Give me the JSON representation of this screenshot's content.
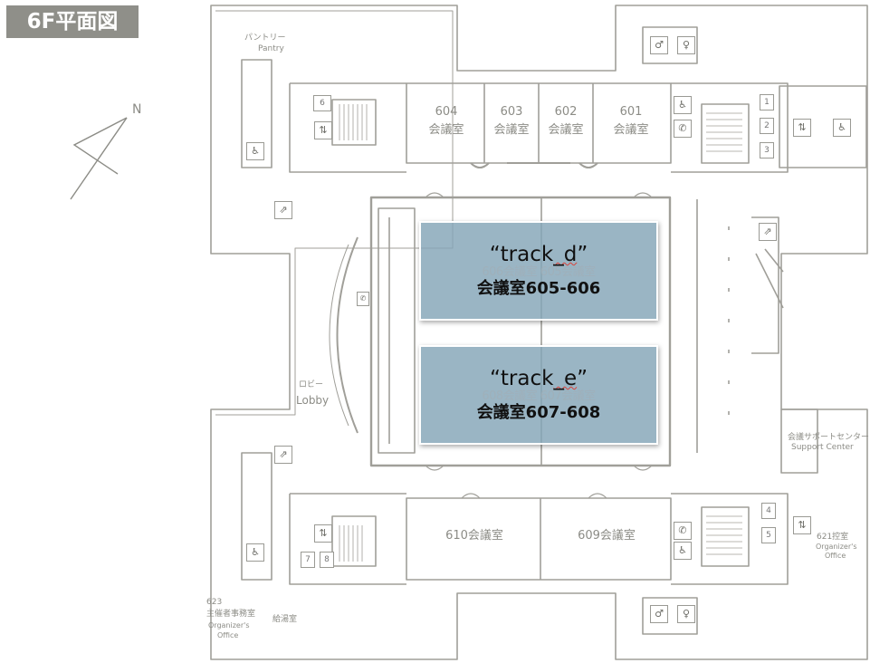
{
  "floor_title": "6F平面図",
  "compass": "N",
  "pantry": {
    "ja": "パントリー",
    "en": "Pantry"
  },
  "lobby": {
    "ja": "ロビー",
    "en": "Lobby"
  },
  "rooms_top": [
    {
      "number": "604",
      "label": "会議室"
    },
    {
      "number": "603",
      "label": "会議室"
    },
    {
      "number": "602",
      "label": "会議室"
    },
    {
      "number": "601",
      "label": "会議室"
    }
  ],
  "rooms_bottom": [
    {
      "label": "610会議室"
    },
    {
      "label": "609会議室"
    }
  ],
  "tracks": [
    {
      "name_open": "“track",
      "name_ul": "_d",
      "name_close": "”",
      "room": "会議室605-606",
      "faded": "606会議室 605会議室"
    },
    {
      "name_open": "“track",
      "name_ul": "_e",
      "name_close": "”",
      "room": "会議室607-608",
      "faded": "608会議室 607会議室"
    }
  ],
  "support": {
    "ja": "会議サポートセンター",
    "en": "Support Center"
  },
  "office_621": {
    "ja": "621控室",
    "en1": "Organizer's",
    "en2": "Office"
  },
  "office_623": {
    "num": "623",
    "ja": "主催者事務室",
    "en1": "Organizer's",
    "en2": "Office",
    "kyuto": "給湯室"
  },
  "elevators": {
    "e1": "1",
    "e2": "2",
    "e3": "3",
    "e4": "4",
    "e5": "5",
    "e6": "6",
    "e7": "7",
    "e8": "8"
  },
  "colors": {
    "wall": "#a09f99",
    "track_fill": "#84a5b7",
    "title_bg": "#8f8f89"
  },
  "icons": [
    "restroom-icon",
    "phone-icon",
    "elevator-icon",
    "accessible-icon",
    "escalator-icon"
  ]
}
